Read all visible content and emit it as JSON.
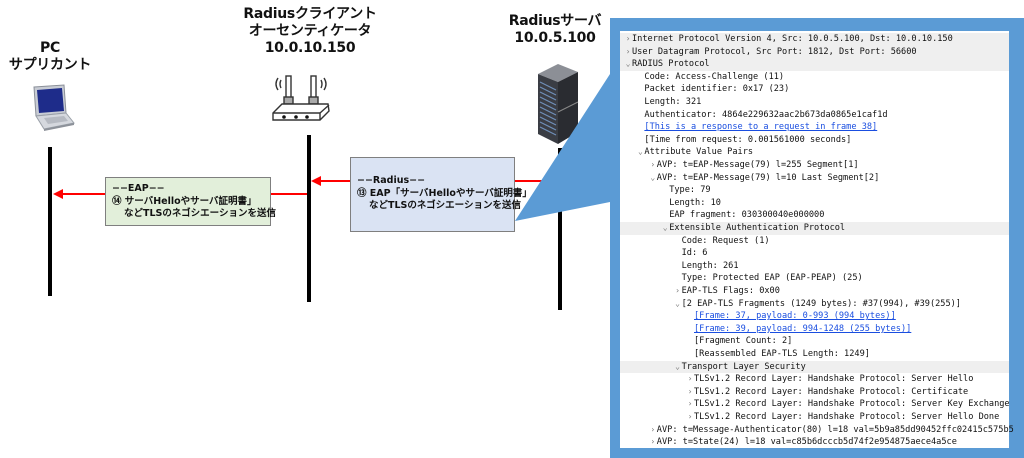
{
  "nodes": {
    "pc": {
      "lines": [
        "PC",
        "サプリカント"
      ],
      "icon": "laptop-icon"
    },
    "client": {
      "lines": [
        "Radiusクライアント",
        "オーセンティケータ",
        "10.0.10.150"
      ],
      "icon": "wireless-router-icon"
    },
    "server": {
      "lines": [
        "Radiusサーバ",
        "10.0.5.100"
      ],
      "icon": "server-rack-icon"
    }
  },
  "messages": [
    {
      "id": "eap",
      "header": "−−EAP−−",
      "lines": [
        "⑭ サーバHelloやサーバ証明書」",
        "などTLSのネゴシエーションを送信"
      ],
      "from": "client",
      "to": "pc",
      "fill": "#e2efda"
    },
    {
      "id": "radius",
      "header": "−−Radius−−",
      "lines": [
        "⑬ EAP「サーバHelloやサーバ証明書」",
        "などTLSのネゴシエーションを送信"
      ],
      "from": "server",
      "to": "client",
      "fill": "#dae3f3"
    }
  ],
  "colors": {
    "arrow": "#ff0000",
    "callout": "#5b9bd5",
    "lifeline": "#000000",
    "link": "#1a4ee0"
  },
  "packet_detail": {
    "rows": [
      {
        "indent": 0,
        "toggle": "›",
        "text": "Internet Protocol Version 4, Src: 10.0.5.100, Dst: 10.0.10.150",
        "shaded": true
      },
      {
        "indent": 0,
        "toggle": "›",
        "text": "User Datagram Protocol, Src Port: 1812, Dst Port: 56600",
        "shaded": true
      },
      {
        "indent": 0,
        "toggle": "⌄",
        "text": "RADIUS Protocol",
        "shaded": true
      },
      {
        "indent": 1,
        "toggle": "",
        "text": "Code: Access-Challenge (11)"
      },
      {
        "indent": 1,
        "toggle": "",
        "text": "Packet identifier: 0x17 (23)"
      },
      {
        "indent": 1,
        "toggle": "",
        "text": "Length: 321"
      },
      {
        "indent": 1,
        "toggle": "",
        "text": "Authenticator: 4864e229632aac2b673da0865e1caf1d"
      },
      {
        "indent": 1,
        "toggle": "",
        "text": "[This is a response to a request in frame 38]",
        "link": true
      },
      {
        "indent": 1,
        "toggle": "",
        "text": "[Time from request: 0.001561000 seconds]"
      },
      {
        "indent": 1,
        "toggle": "⌄",
        "text": "Attribute Value Pairs"
      },
      {
        "indent": 2,
        "toggle": "›",
        "text": "AVP: t=EAP-Message(79) l=255 Segment[1]"
      },
      {
        "indent": 2,
        "toggle": "⌄",
        "text": "AVP: t=EAP-Message(79) l=10 Last Segment[2]"
      },
      {
        "indent": 3,
        "toggle": "",
        "text": "Type: 79"
      },
      {
        "indent": 3,
        "toggle": "",
        "text": "Length: 10"
      },
      {
        "indent": 3,
        "toggle": "",
        "text": "EAP fragment: 030300040e000000"
      },
      {
        "indent": 3,
        "toggle": "⌄",
        "text": "Extensible Authentication Protocol",
        "shaded": true
      },
      {
        "indent": 4,
        "toggle": "",
        "text": "Code: Request (1)"
      },
      {
        "indent": 4,
        "toggle": "",
        "text": "Id: 6"
      },
      {
        "indent": 4,
        "toggle": "",
        "text": "Length: 261"
      },
      {
        "indent": 4,
        "toggle": "",
        "text": "Type: Protected EAP (EAP-PEAP) (25)"
      },
      {
        "indent": 4,
        "toggle": "›",
        "text": "EAP-TLS Flags: 0x00"
      },
      {
        "indent": 4,
        "toggle": "⌄",
        "text": "[2 EAP-TLS Fragments (1249 bytes): #37(994), #39(255)]"
      },
      {
        "indent": 5,
        "toggle": "",
        "text": "[Frame: 37, payload: 0-993 (994 bytes)]",
        "link": true
      },
      {
        "indent": 5,
        "toggle": "",
        "text": "[Frame: 39, payload: 994-1248 (255 bytes)]",
        "link": true
      },
      {
        "indent": 5,
        "toggle": "",
        "text": "[Fragment Count: 2]"
      },
      {
        "indent": 5,
        "toggle": "",
        "text": "[Reassembled EAP-TLS Length: 1249]"
      },
      {
        "indent": 4,
        "toggle": "⌄",
        "text": "Transport Layer Security",
        "shaded": true
      },
      {
        "indent": 5,
        "toggle": "›",
        "text": "TLSv1.2 Record Layer: Handshake Protocol: Server Hello"
      },
      {
        "indent": 5,
        "toggle": "›",
        "text": "TLSv1.2 Record Layer: Handshake Protocol: Certificate"
      },
      {
        "indent": 5,
        "toggle": "›",
        "text": "TLSv1.2 Record Layer: Handshake Protocol: Server Key Exchange"
      },
      {
        "indent": 5,
        "toggle": "›",
        "text": "TLSv1.2 Record Layer: Handshake Protocol: Server Hello Done"
      },
      {
        "indent": 2,
        "toggle": "›",
        "text": "AVP: t=Message-Authenticator(80) l=18 val=5b9a85dd90452ffc02415c575b5"
      },
      {
        "indent": 2,
        "toggle": "›",
        "text": "AVP: t=State(24) l=18 val=c85b6dcccb5d74f2e954875aece4a5ce"
      }
    ]
  }
}
